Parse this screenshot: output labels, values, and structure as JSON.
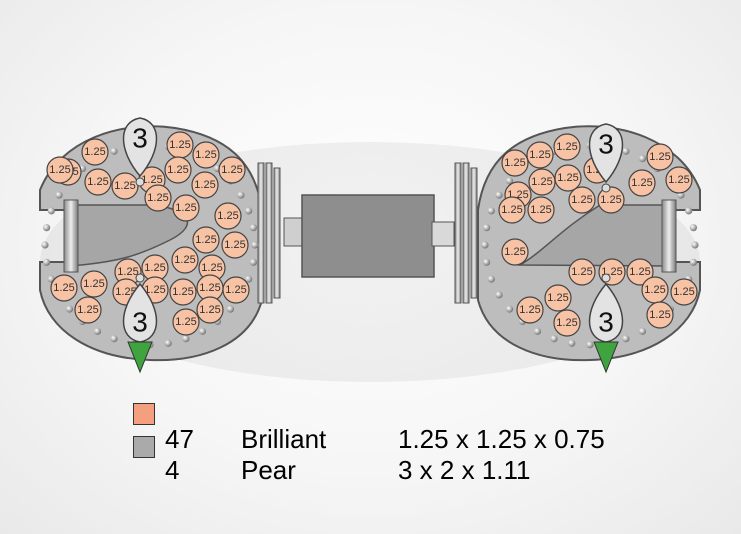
{
  "colors": {
    "brilliant": "#f4a07e",
    "brilliant_stone": "#f7c3a4",
    "pear": "#aaaaaa",
    "metal": "#c9c9c9",
    "accent_green": "#3fa33f"
  },
  "stone_labels": {
    "brilliant": "1.25",
    "pear": "3"
  },
  "legend": [
    {
      "swatch": "brilliant",
      "count": "47",
      "shape": "Brilliant",
      "size": "1.25 x 1.25 x 0.75"
    },
    {
      "swatch": "pear",
      "count": "4",
      "shape": "Pear",
      "size": "3 x 2 x 1.11"
    }
  ]
}
